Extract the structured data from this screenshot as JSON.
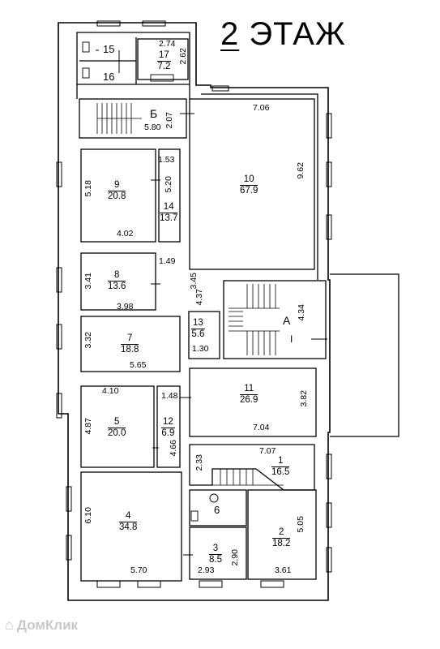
{
  "floor_title": {
    "number": "2",
    "word": "ЭТАЖ"
  },
  "rooms": [
    {
      "id": "r1",
      "number": "1",
      "area": "16.5"
    },
    {
      "id": "r2",
      "number": "2",
      "area": "18.2"
    },
    {
      "id": "r3",
      "number": "3",
      "area": "8.5"
    },
    {
      "id": "r4",
      "number": "4",
      "area": "34.8"
    },
    {
      "id": "r5",
      "number": "5",
      "area": "20.0"
    },
    {
      "id": "r7",
      "number": "7",
      "area": "18.8"
    },
    {
      "id": "r8",
      "number": "8",
      "area": "13.6"
    },
    {
      "id": "r9",
      "number": "9",
      "area": "20.8"
    },
    {
      "id": "r10",
      "number": "10",
      "area": "67.9"
    },
    {
      "id": "r11",
      "number": "11",
      "area": "26.9"
    },
    {
      "id": "r12",
      "number": "12",
      "area": "6.9"
    },
    {
      "id": "r13",
      "number": "13",
      "area": "5.6"
    },
    {
      "id": "r14",
      "number": "14",
      "area": "13.7"
    },
    {
      "id": "r17",
      "number": "17",
      "area": "7.2"
    }
  ],
  "single_labels": {
    "room6": "6",
    "room15": "15",
    "room16": "16",
    "stair_a": "А",
    "stair_b": "Б",
    "roman_one": "I"
  },
  "dimensions": {
    "d_274": "2.74",
    "d_262": "2.62",
    "d_207": "2.07",
    "d_580": "5.80",
    "d_706": "7.06",
    "d_153": "1.53",
    "d_518": "5.18",
    "d_520": "5.20",
    "d_962": "9.62",
    "d_402": "4.02",
    "d_149": "1.49",
    "d_341": "3.41",
    "d_345": "3.45",
    "d_398": "3.98",
    "d_437": "4.37",
    "d_434": "4.34",
    "d_332": "3.32",
    "d_130": "1.30",
    "d_565": "5.65",
    "d_410": "4.10",
    "d_148": "1.48",
    "d_382": "3.82",
    "d_487": "4.87",
    "d_466": "4.66",
    "d_704": "7.04",
    "d_707": "7.07",
    "d_233": "2.33",
    "d_610": "6.10",
    "d_505": "5.05",
    "d_290": "2.90",
    "d_570": "5.70",
    "d_293": "2.93",
    "d_361": "3.61"
  },
  "watermark": {
    "text": "ДомКлик"
  }
}
